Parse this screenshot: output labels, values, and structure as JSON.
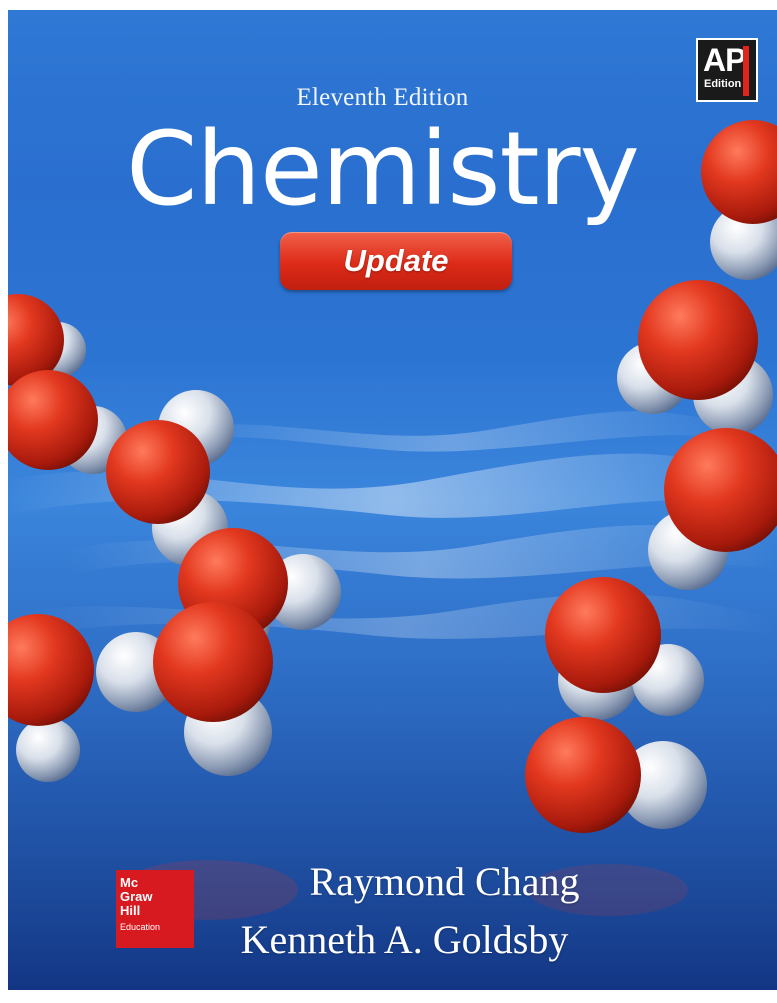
{
  "cover": {
    "edition": "Eleventh Edition",
    "title": "Chemistry",
    "badge": "Update",
    "ap_logo": {
      "letters": "AP",
      "subtitle": "Edition"
    },
    "authors": [
      "Raymond Chang",
      "Kenneth A. Goldsby"
    ],
    "publisher": {
      "lines": [
        "Mc",
        "Graw",
        "Hill",
        "Education"
      ]
    }
  },
  "colors": {
    "background_blue": "#2c74d2",
    "badge_red": "#dd2a18",
    "oxygen_red": "#d0321c",
    "hydrogen_white": "#e8ecf2",
    "publisher_red": "#d71920"
  },
  "icons": {
    "cover_art": "water-molecules-illustration",
    "ap_logo": "ap-edition-logo",
    "publisher_logo": "mcgraw-hill-education-logo"
  }
}
